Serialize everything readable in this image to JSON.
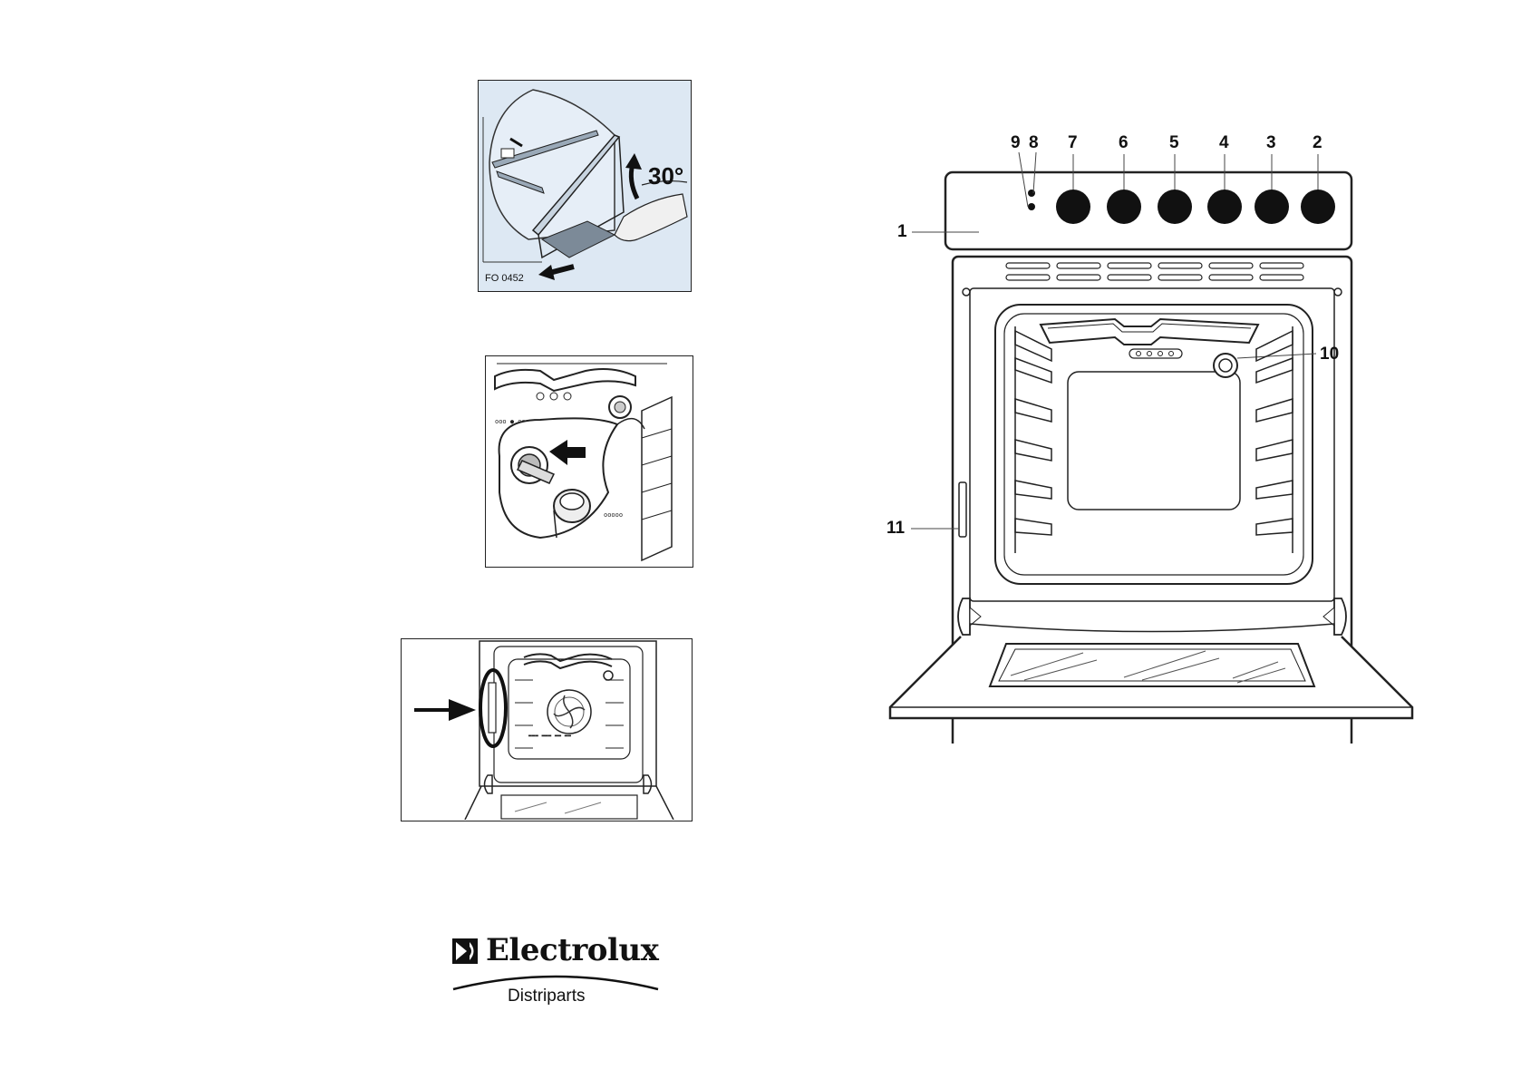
{
  "figure_top": {
    "code": "FO 0452",
    "angle": "30°"
  },
  "main_diagram": {
    "callouts": [
      {
        "id": "c9",
        "label": "9"
      },
      {
        "id": "c8",
        "label": "8"
      },
      {
        "id": "c7",
        "label": "7"
      },
      {
        "id": "c6",
        "label": "6"
      },
      {
        "id": "c5",
        "label": "5"
      },
      {
        "id": "c4",
        "label": "4"
      },
      {
        "id": "c3",
        "label": "3"
      },
      {
        "id": "c2",
        "label": "2"
      },
      {
        "id": "c1",
        "label": "1"
      },
      {
        "id": "c10",
        "label": "10"
      },
      {
        "id": "c11",
        "label": "11"
      }
    ]
  },
  "logo": {
    "brand": "Electrolux",
    "subtitle": "Distriparts"
  }
}
